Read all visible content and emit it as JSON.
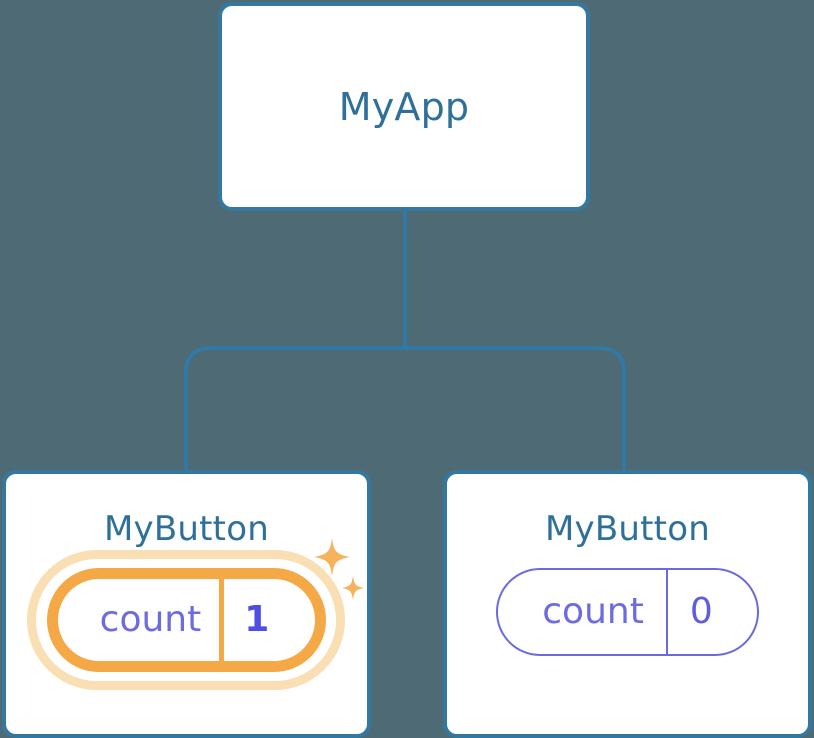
{
  "diagram": {
    "type": "component-tree",
    "background_color": "#4e6a74",
    "connector_color": "#2e7bab",
    "card_border_color": "#35789f",
    "title_color": "#2e7099",
    "state_color": "#6c6ce0",
    "highlight_color": "#f4a946",
    "highlight_glow_color": "#fadfb4"
  },
  "root": {
    "title": "MyApp"
  },
  "children": [
    {
      "title": "MyButton",
      "state": {
        "key": "count",
        "value": "1"
      },
      "highlighted": true,
      "sparkle_large": "sparkle-icon",
      "sparkle_small": "sparkle-icon"
    },
    {
      "title": "MyButton",
      "state": {
        "key": "count",
        "value": "0"
      },
      "highlighted": false
    }
  ]
}
